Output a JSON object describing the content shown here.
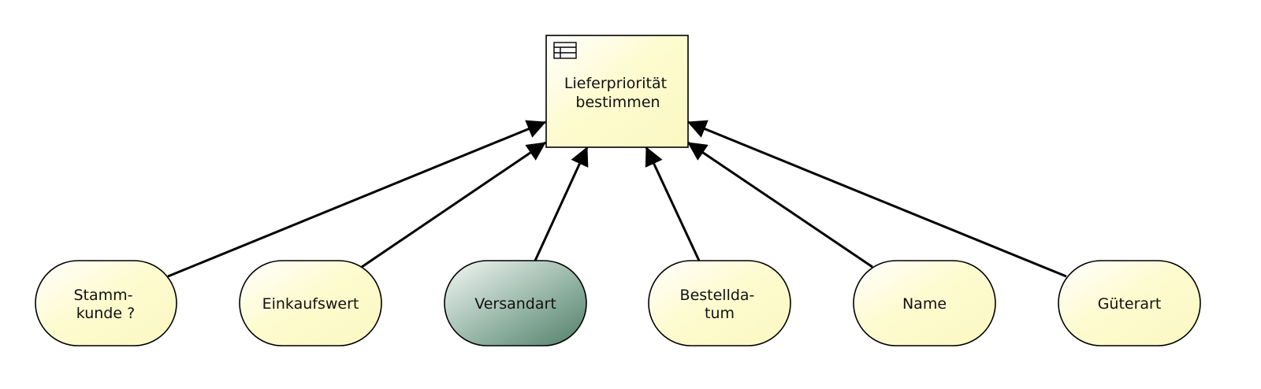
{
  "decision": {
    "lines": [
      "Lieferpriorität",
      "bestimmen"
    ],
    "icon": "decision-table-icon"
  },
  "inputs": [
    {
      "id": "stammkunde",
      "lines": [
        "Stamm-",
        "kunde ?"
      ],
      "highlighted": false
    },
    {
      "id": "einkaufswert",
      "lines": [
        "Einkaufswert"
      ],
      "highlighted": false
    },
    {
      "id": "versandart",
      "lines": [
        "Versandart"
      ],
      "highlighted": true
    },
    {
      "id": "bestelldatum",
      "lines": [
        "Bestellda-",
        "tum"
      ],
      "highlighted": false
    },
    {
      "id": "name",
      "lines": [
        "Name"
      ],
      "highlighted": false
    },
    {
      "id": "gueterart",
      "lines": [
        "Güterart"
      ],
      "highlighted": false
    }
  ],
  "colors": {
    "node_fill_light": "#ffffff",
    "node_fill": "#fdfbc8",
    "highlight_fill_light": "#f2f5f3",
    "highlight_fill": "#5f8f79",
    "stroke": "#000000"
  }
}
